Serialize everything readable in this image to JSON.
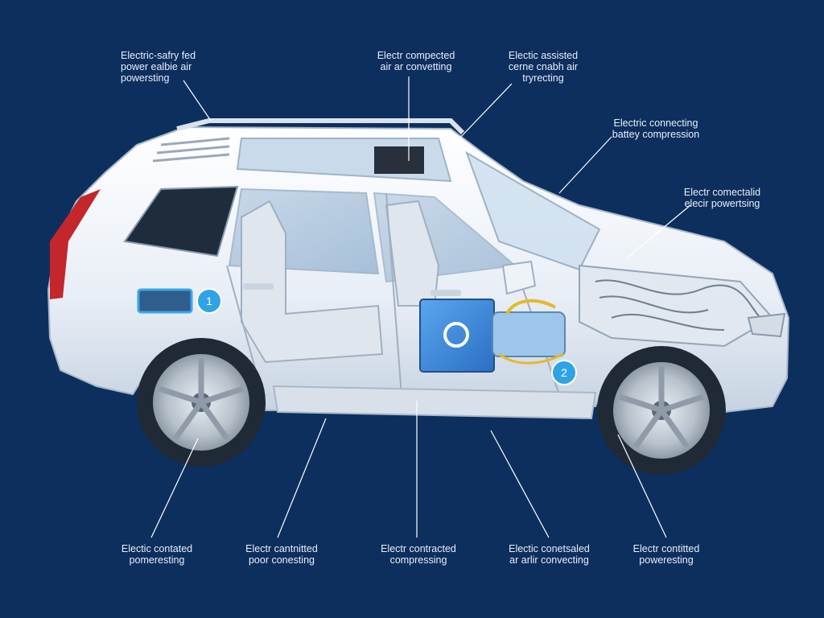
{
  "callouts": {
    "top_left": [
      "Electric-safry fed",
      "power ealbie air",
      "powersting"
    ],
    "top_mid": [
      "Electr compected",
      "air ar convetting"
    ],
    "top_right": [
      "Electic assisted",
      "cerne cnabh air",
      "tryrecting"
    ],
    "right_1": [
      "Electric connecting",
      "battey compression"
    ],
    "right_2": [
      "Electr comectalid",
      "elecir powertsing"
    ],
    "bottom_1": [
      "Electic contated",
      "pomeresting"
    ],
    "bottom_2": [
      "Electr cantnitted",
      "poor conesting"
    ],
    "bottom_3": [
      "Electr contracted",
      "compressing"
    ],
    "bottom_4": [
      "Electic conetsaled",
      "ar arlir convecting"
    ],
    "bottom_5": [
      "Electr contitted",
      "poweresting"
    ]
  },
  "markers": {
    "one": "1",
    "two": "2"
  },
  "colors": {
    "background": "#0d2f5e",
    "car_body": "#f1f5fa",
    "accent": "#2fa3e6",
    "battery": "#3b86d6",
    "label_text": "#e8eef8"
  }
}
